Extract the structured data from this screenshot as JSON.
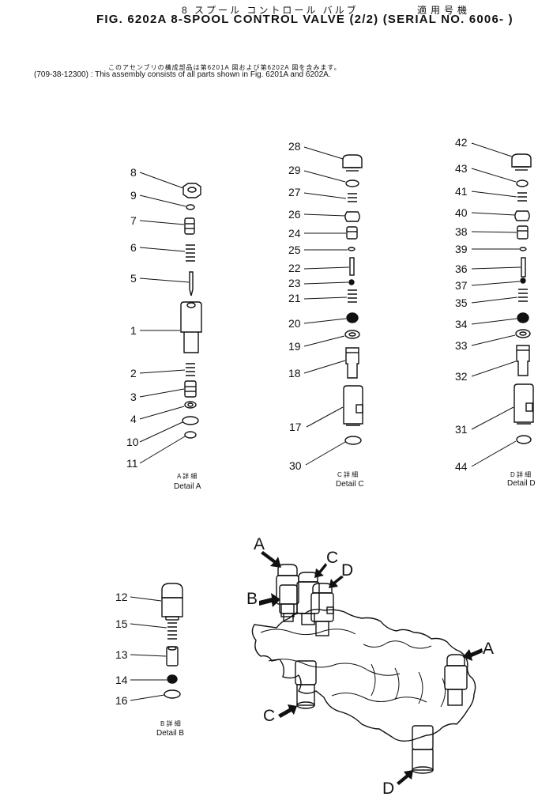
{
  "header": {
    "jp_title": "8 スプール コントロール バルブ",
    "jp_machine": "適用号機",
    "fig_title": "FIG. 6202A  8-SPOOL CONTROL VALVE (2/2) (SERIAL NO. 6006- )",
    "note_jp": "このアセンブリの構成部品は第6201A 図および第6202A 図を含みます。",
    "note_en": "(709-38-12300) : This assembly consists of all parts shown in Fig. 6201A and 6202A."
  },
  "details": [
    {
      "id": "A",
      "caption_jp": "A 詳 細",
      "caption_en": "Detail  A",
      "labels": [
        "8",
        "9",
        "7",
        "6",
        "5",
        "1",
        "2",
        "3",
        "4",
        "10",
        "11"
      ]
    },
    {
      "id": "B",
      "caption_jp": "B 詳 細",
      "caption_en": "Detail  B",
      "labels": [
        "12",
        "15",
        "13",
        "14",
        "16"
      ]
    },
    {
      "id": "C",
      "caption_jp": "C 詳 細",
      "caption_en": "Detail  C",
      "labels": [
        "28",
        "29",
        "27",
        "26",
        "24",
        "25",
        "22",
        "23",
        "21",
        "20",
        "19",
        "18",
        "17",
        "30"
      ]
    },
    {
      "id": "D",
      "caption_jp": "D 詳 細",
      "caption_en": "Detail  D",
      "labels": [
        "42",
        "43",
        "41",
        "40",
        "38",
        "39",
        "36",
        "37",
        "35",
        "34",
        "33",
        "32",
        "31",
        "44"
      ]
    }
  ],
  "assembly_markers": [
    "A",
    "B",
    "C",
    "D",
    "A",
    "C",
    "D"
  ]
}
